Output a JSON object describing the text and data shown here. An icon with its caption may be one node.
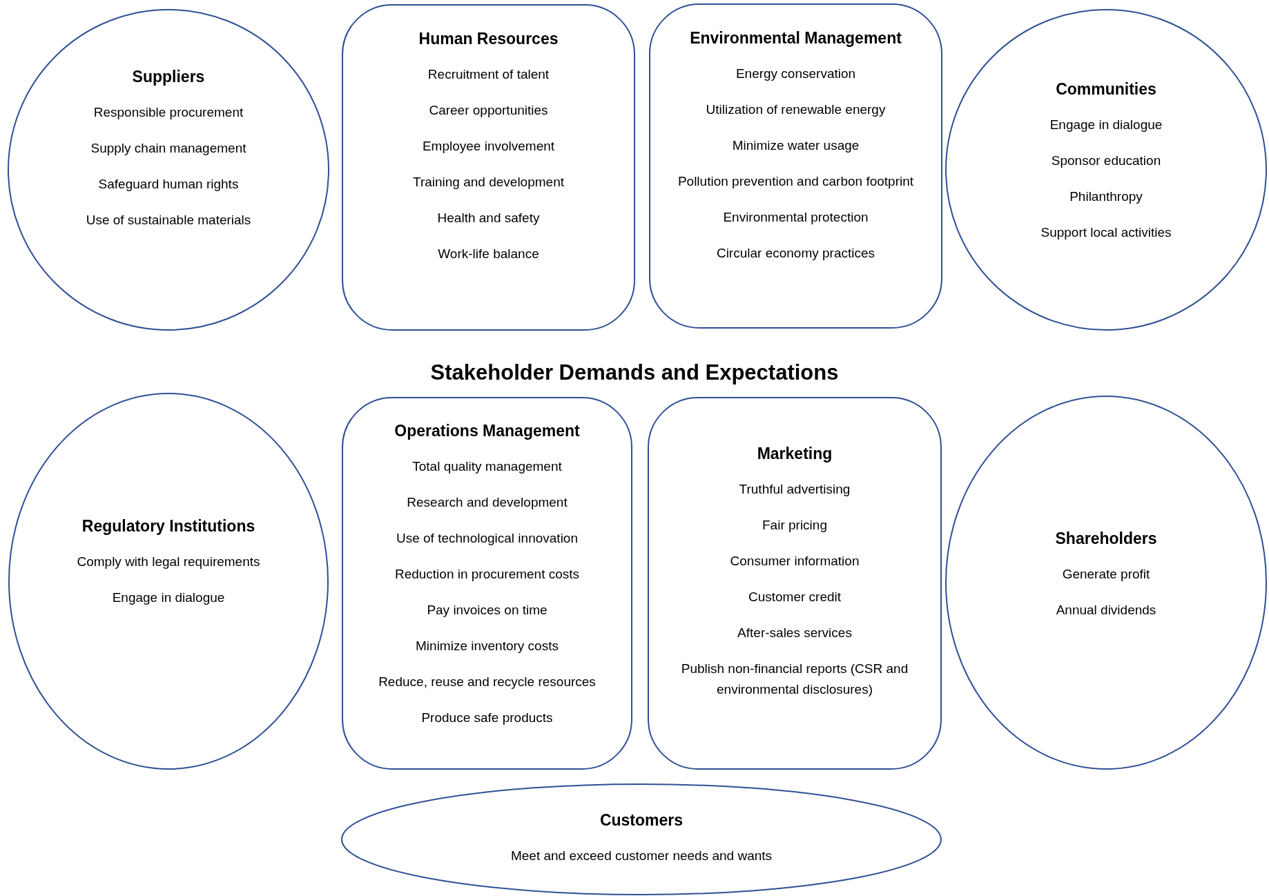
{
  "diagram": {
    "title": "Stakeholder Demands and Expectations",
    "nodes": [
      {
        "text": [
          "Suppliers",
          "Responsible procurement",
          "Supply chain management",
          "Safeguard human rights",
          "Use of sustainable materials"
        ]
      },
      {
        "text": [
          "Human Resources",
          "Recruitment of talent",
          "Career opportunities",
          "Employee involvement",
          "Training and development",
          "Health and safety",
          "Work-life balance"
        ]
      },
      {
        "text": [
          "Environmental Management",
          "Energy conservation",
          "Utilization of renewable energy",
          "Minimize water usage",
          "Pollution prevention and carbon footprint",
          "Environmental protection",
          "Circular economy practices"
        ]
      },
      {
        "text": [
          "Communities",
          "Engage in dialogue",
          "Sponsor education",
          "Philanthropy",
          "Support local activities"
        ]
      },
      {
        "text": [
          "Regulatory Institutions",
          "Comply with legal requirements",
          "Engage in dialogue"
        ]
      },
      {
        "text": [
          "Operations Management",
          "Total quality management",
          "Research and development",
          "Use of technological innovation",
          "Reduction in procurement costs",
          "Pay invoices on time",
          "Minimize inventory costs",
          "Reduce, reuse and recycle resources",
          "Produce safe products"
        ]
      },
      {
        "text": [
          "Marketing",
          "Truthful advertising",
          "Fair pricing",
          "Consumer information",
          "Customer credit",
          "After-sales services",
          "Publish non-financial reports (CSR and environmental disclosures)"
        ]
      },
      {
        "text": [
          "Shareholders",
          "Generate profit",
          "Annual dividends"
        ]
      },
      {
        "text": [
          "Customers",
          "Meet and exceed customer needs and wants"
        ]
      }
    ]
  }
}
